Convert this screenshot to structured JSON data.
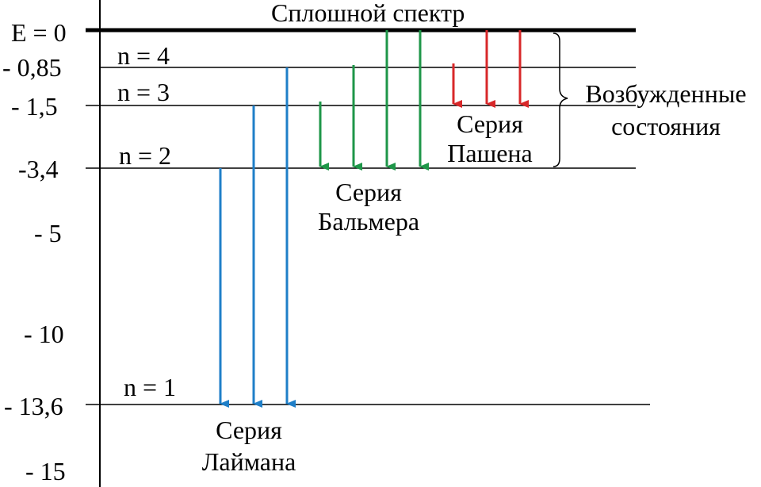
{
  "title": "Сплошной спектр",
  "energy_ticks": [
    "E = 0",
    "- 0,85",
    "- 1,5",
    "-3,4",
    "- 5",
    "- 10",
    "- 13,6",
    "- 15"
  ],
  "levels": [
    {
      "label": "n = 4",
      "energy": -0.85
    },
    {
      "label": "n = 3",
      "energy": -1.5
    },
    {
      "label": "n = 2",
      "energy": -3.4
    },
    {
      "label": "n = 1",
      "energy": -13.6
    }
  ],
  "brace_label": [
    "Возбужденные",
    "состояния"
  ],
  "series": [
    {
      "name_lines": [
        "Серия",
        "Лаймана"
      ],
      "color": "#1f7fc8",
      "from": [
        -3.4,
        -1.5,
        -0.85
      ],
      "to": -13.6
    },
    {
      "name_lines": [
        "Серия",
        "Бальмера"
      ],
      "color": "#1e9648",
      "from": [
        -1.5,
        -0.85,
        0,
        0
      ],
      "to": -3.4
    },
    {
      "name_lines": [
        "Серия",
        "Пашена"
      ],
      "color": "#d8282a",
      "from": [
        -0.85,
        0,
        0
      ],
      "to": -1.5
    }
  ]
}
